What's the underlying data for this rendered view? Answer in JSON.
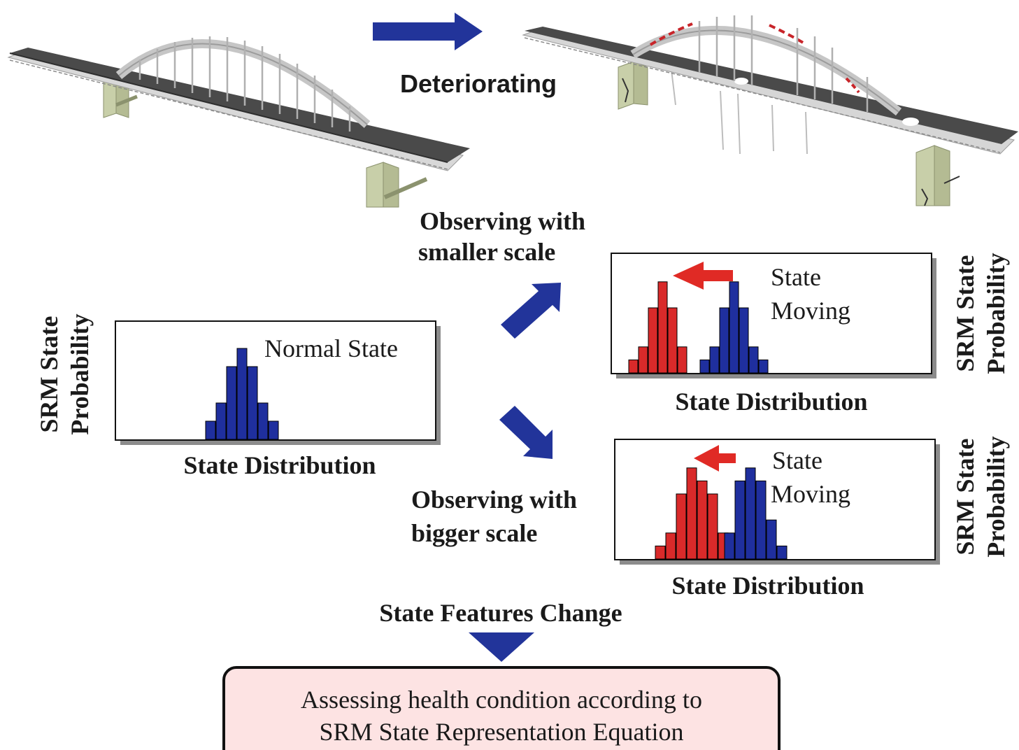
{
  "header": {
    "arrow_label": "Deteriorating"
  },
  "paths": {
    "upper_label_line1": "Observing with",
    "upper_label_line2": "smaller scale",
    "lower_label_line1": "Observing with",
    "lower_label_line2": "bigger scale"
  },
  "panels": {
    "normal": {
      "annotation": "Normal State",
      "xlabel": "State Distribution",
      "ylabel_line1": "SRM State",
      "ylabel_line2": "Probability"
    },
    "smaller_scale": {
      "annotation_line1": "State",
      "annotation_line2": "Moving",
      "xlabel": "State Distribution",
      "ylabel_line1": "SRM State",
      "ylabel_line2": "Probability"
    },
    "bigger_scale": {
      "annotation_line1": "State",
      "annotation_line2": "Moving",
      "xlabel": "State Distribution",
      "ylabel_line1": "SRM State",
      "ylabel_line2": "Probability"
    }
  },
  "conclusion": {
    "features_label": "State Features Change",
    "box_line1": "Assessing health condition according to",
    "box_line2": "SRM State Representation Equation"
  },
  "colors": {
    "bar_blue": "#1f2f9e",
    "bar_red": "#d92a2a",
    "arrow_blue": "#22349a",
    "arrow_red": "#e02a25",
    "box_fill": "#fde3e3",
    "pier_green": "#c8cfa9",
    "deck_dark": "#4a4a4a",
    "steel_grey": "#c6c6c6",
    "damage_red": "#c8252a"
  },
  "chart_data": [
    {
      "type": "bar",
      "series": [
        {
          "color": "blue",
          "values": [
            1,
            2,
            4,
            5,
            4,
            2,
            1
          ]
        }
      ]
    },
    {
      "type": "bar",
      "series": [
        {
          "color": "red",
          "values": [
            1,
            2,
            5,
            7,
            5,
            2
          ]
        },
        {
          "color": "blue",
          "values": [
            1,
            2,
            5,
            7,
            5,
            2,
            1
          ]
        }
      ]
    },
    {
      "type": "bar",
      "series": [
        {
          "color": "red",
          "values": [
            1,
            2,
            5,
            7,
            6,
            5,
            2,
            1
          ]
        },
        {
          "color": "blue",
          "values": [
            2,
            6,
            7,
            6,
            3,
            1
          ]
        }
      ]
    }
  ]
}
